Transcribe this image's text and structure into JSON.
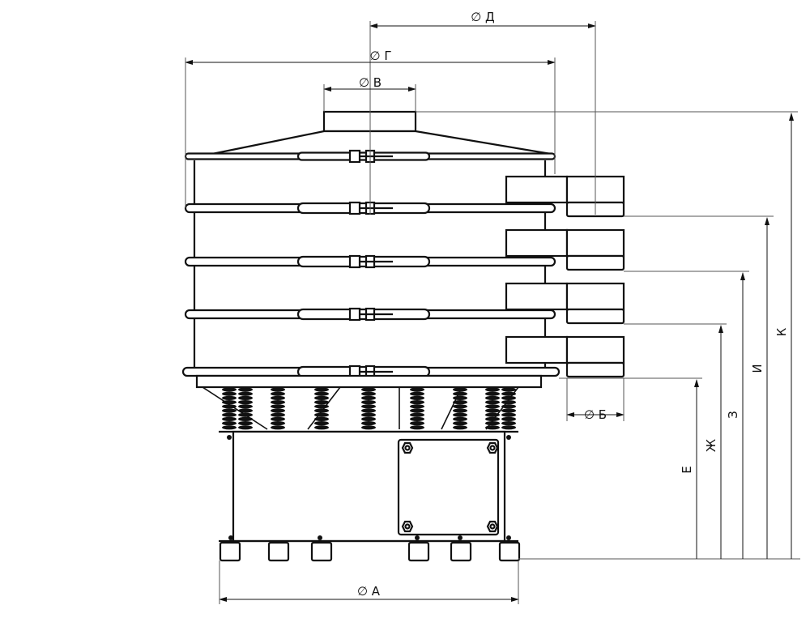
{
  "title": "Vibrating sieve dimensional drawing",
  "dimensions": {
    "D": "∅ Д",
    "G": "∅ Г",
    "V": "∅ В",
    "B": "∅ Б",
    "A": "∅ А",
    "E": "Е",
    "Zh": "Ж",
    "Z": "З",
    "I": "И",
    "K": "К"
  },
  "colors": {
    "line": "#111111",
    "dim": "#555555"
  }
}
